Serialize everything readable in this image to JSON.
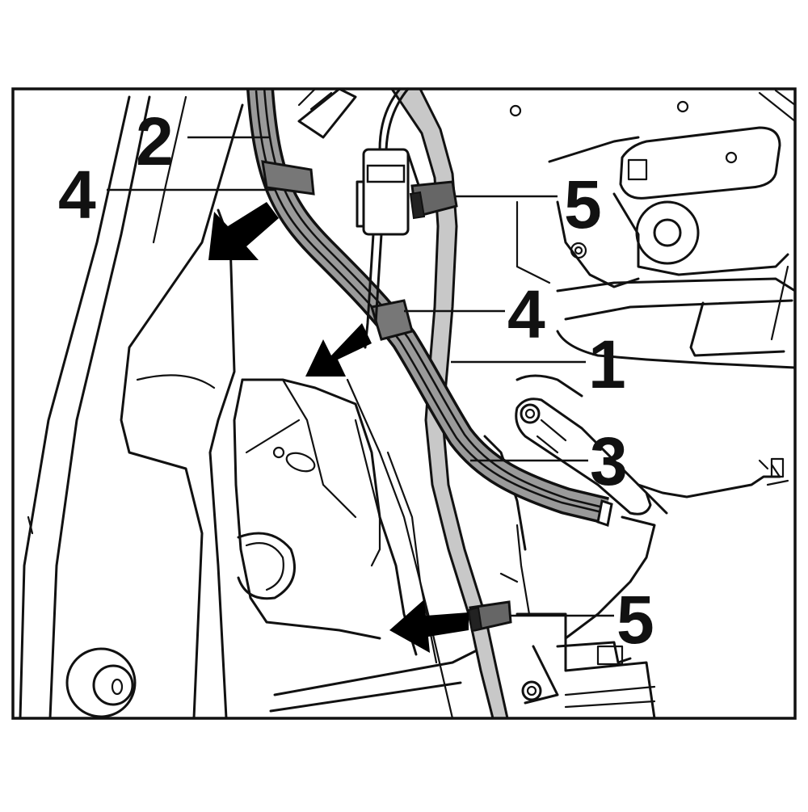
{
  "figure": {
    "type": "service-manual-line-drawing",
    "colors": {
      "line": "#111111",
      "background": "#ffffff",
      "hose_fill": "#c8c8c8",
      "harness_fill": "#9a9a9a",
      "arrow_fill": "#000000"
    },
    "callouts": [
      {
        "id": "c2",
        "label": "2"
      },
      {
        "id": "c4a",
        "label": "4"
      },
      {
        "id": "c5a",
        "label": "5"
      },
      {
        "id": "c4b",
        "label": "4"
      },
      {
        "id": "c1",
        "label": "1"
      },
      {
        "id": "c3",
        "label": "3"
      },
      {
        "id": "c5b",
        "label": "5"
      }
    ]
  }
}
